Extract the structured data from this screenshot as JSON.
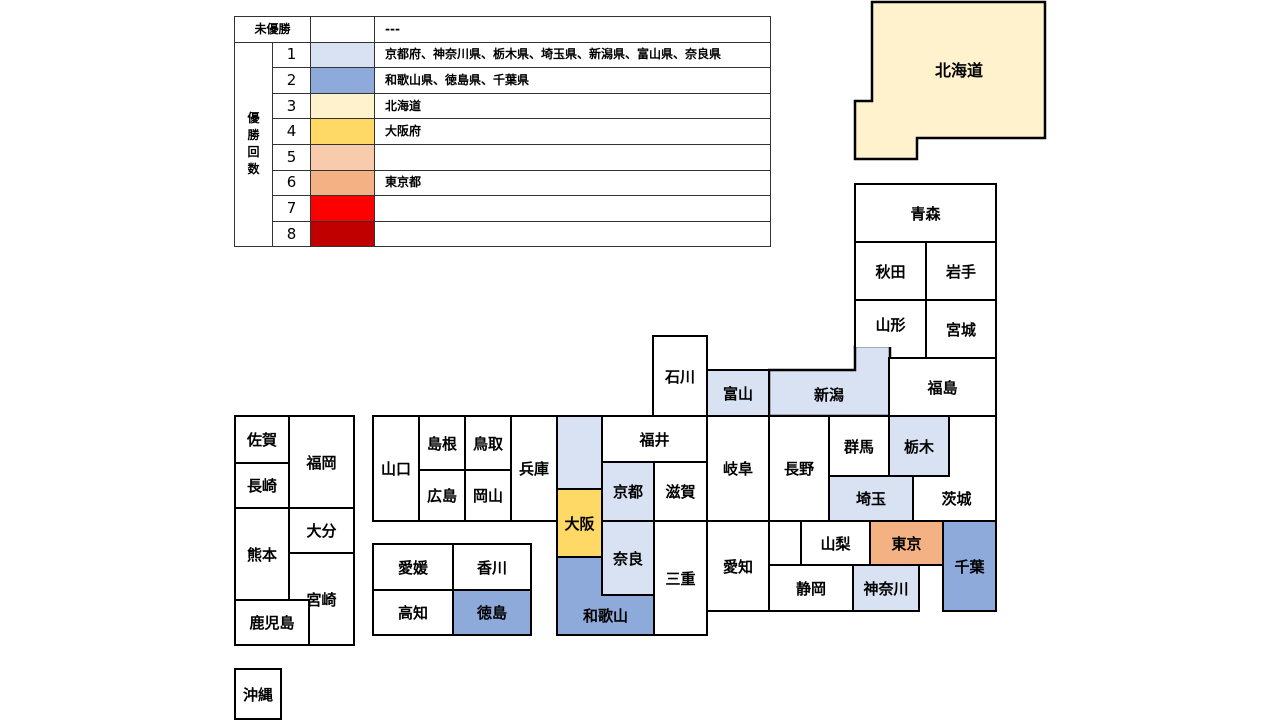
{
  "colors": {
    "none": "#ffffff",
    "c1": "#d9e2f3",
    "c2": "#8eaadb",
    "c3": "#fff2cc",
    "c4": "#ffd966",
    "c5": "#f8cbad",
    "c6": "#f4b183",
    "c7": "#ff0000",
    "c8": "#c00000"
  },
  "legend": {
    "no_win_label": "未優勝",
    "no_win_value": "---",
    "side_label": "優勝回数",
    "rows": [
      {
        "count": "1",
        "color": "#d9e2f3",
        "prefectures": "京都府、神奈川県、栃木県、埼玉県、新潟県、富山県、奈良県"
      },
      {
        "count": "2",
        "color": "#8eaadb",
        "prefectures": "和歌山県、徳島県、千葉県"
      },
      {
        "count": "3",
        "color": "#fff2cc",
        "prefectures": "北海道"
      },
      {
        "count": "4",
        "color": "#ffd966",
        "prefectures": "大阪府"
      },
      {
        "count": "5",
        "color": "#f8cbad",
        "prefectures": ""
      },
      {
        "count": "6",
        "color": "#f4b183",
        "prefectures": "東京都"
      },
      {
        "count": "7",
        "color": "#ff0000",
        "prefectures": ""
      },
      {
        "count": "8",
        "color": "#c00000",
        "prefectures": ""
      }
    ]
  },
  "map": {
    "hokkaido": {
      "label": "北海道",
      "wins": 3
    },
    "aomori": {
      "label": "青森",
      "wins": 0
    },
    "akita": {
      "label": "秋田",
      "wins": 0
    },
    "iwate": {
      "label": "岩手",
      "wins": 0
    },
    "yamagata": {
      "label": "山形",
      "wins": 0
    },
    "miyagi": {
      "label": "宮城",
      "wins": 0
    },
    "fukushima": {
      "label": "福島",
      "wins": 0
    },
    "niigata": {
      "label": "新潟",
      "wins": 1
    },
    "toyama": {
      "label": "富山",
      "wins": 1
    },
    "ishikawa": {
      "label": "石川",
      "wins": 0
    },
    "fukui": {
      "label": "福井",
      "wins": 0
    },
    "gifu": {
      "label": "岐阜",
      "wins": 0
    },
    "nagano": {
      "label": "長野",
      "wins": 0
    },
    "gunma": {
      "label": "群馬",
      "wins": 0
    },
    "tochigi": {
      "label": "栃木",
      "wins": 1
    },
    "ibaraki": {
      "label": "茨城",
      "wins": 0
    },
    "saitama": {
      "label": "埼玉",
      "wins": 1
    },
    "yamanashi": {
      "label": "山梨",
      "wins": 0
    },
    "tokyo": {
      "label": "東京",
      "wins": 6
    },
    "chiba": {
      "label": "千葉",
      "wins": 2
    },
    "shizuoka": {
      "label": "静岡",
      "wins": 0
    },
    "kanagawa": {
      "label": "神奈川",
      "wins": 1
    },
    "aichi": {
      "label": "愛知",
      "wins": 0
    },
    "mie": {
      "label": "三重",
      "wins": 0
    },
    "shiga": {
      "label": "滋賀",
      "wins": 0
    },
    "kyoto": {
      "label": "京都",
      "wins": 1
    },
    "osaka": {
      "label": "大阪",
      "wins": 4
    },
    "nara": {
      "label": "奈良",
      "wins": 1
    },
    "wakayama": {
      "label": "和歌山",
      "wins": 2
    },
    "hyogo": {
      "label": "兵庫",
      "wins": 0
    },
    "tottori": {
      "label": "鳥取",
      "wins": 0
    },
    "shimane": {
      "label": "島根",
      "wins": 0
    },
    "okayama": {
      "label": "岡山",
      "wins": 0
    },
    "hiroshima": {
      "label": "広島",
      "wins": 0
    },
    "yamaguchi": {
      "label": "山口",
      "wins": 0
    },
    "kagawa": {
      "label": "香川",
      "wins": 0
    },
    "ehime": {
      "label": "愛媛",
      "wins": 0
    },
    "tokushima": {
      "label": "徳島",
      "wins": 2
    },
    "kochi": {
      "label": "高知",
      "wins": 0
    },
    "fukuoka": {
      "label": "福岡",
      "wins": 0
    },
    "saga": {
      "label": "佐賀",
      "wins": 0
    },
    "nagasaki": {
      "label": "長崎",
      "wins": 0
    },
    "oita": {
      "label": "大分",
      "wins": 0
    },
    "kumamoto": {
      "label": "熊本",
      "wins": 0
    },
    "miyazaki": {
      "label": "宮崎",
      "wins": 0
    },
    "kagoshima": {
      "label": "鹿児島",
      "wins": 0
    },
    "okinawa": {
      "label": "沖縄",
      "wins": 0
    }
  }
}
